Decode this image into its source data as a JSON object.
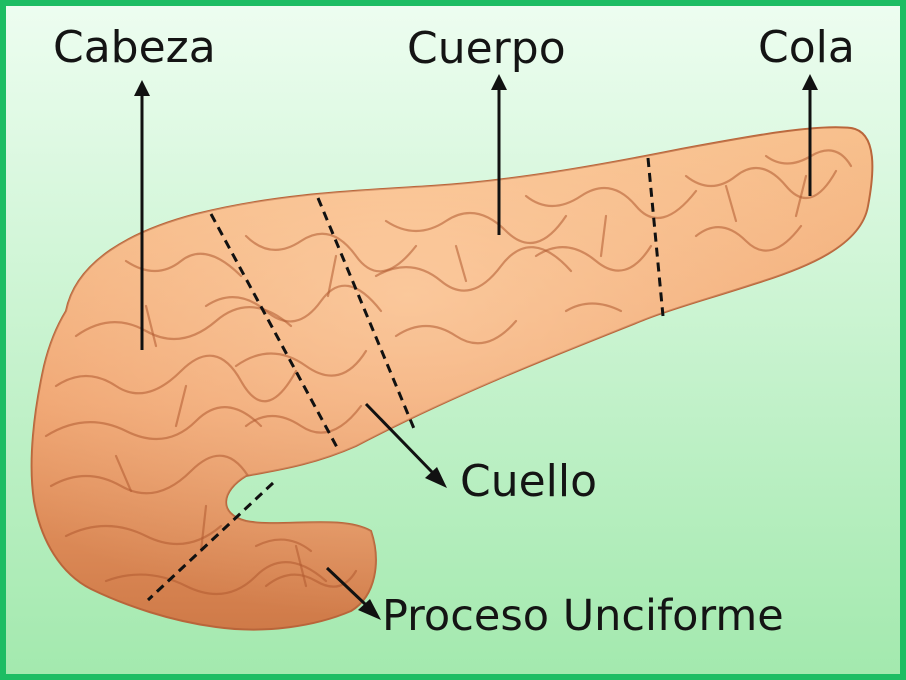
{
  "labels": {
    "head": "Cabeza",
    "body": "Cuerpo",
    "tail": "Cola",
    "neck": "Cuello",
    "uncinate": "Proceso Unciforme"
  },
  "colors": {
    "frame": "#1dbd63",
    "background_top": "#edfdf0",
    "background_bottom": "#a3e9ae",
    "organ_light": "#f8c08d",
    "organ_dark": "#c56a3c",
    "lobule_lines": "#b0592f",
    "annotation": "#111111"
  }
}
